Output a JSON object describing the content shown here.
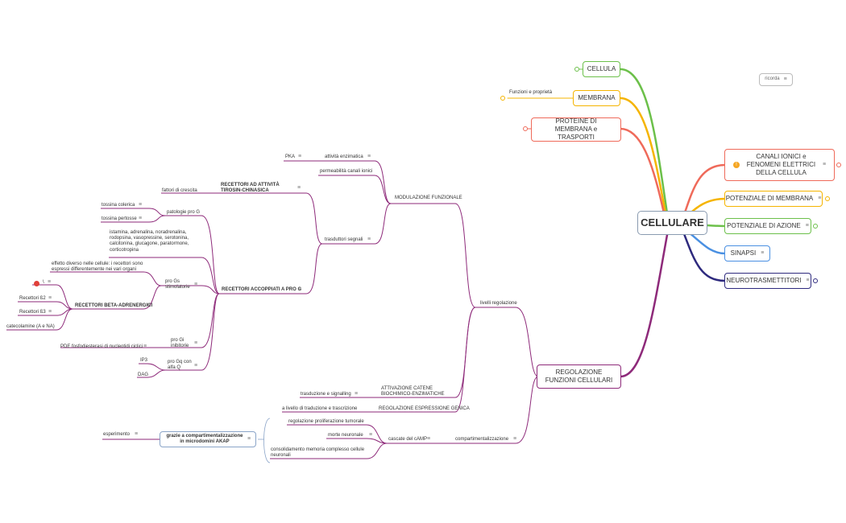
{
  "central": "CELLULARE",
  "right_nodes": {
    "canali": "CANALI IONICI e FENOMENI ELETTRICI DELLA CELLULA",
    "potenziale_membrana": "POTENZIALE DI MEMBRANA",
    "potenziale_azione": "POTENZIALE DI AZIONE",
    "sinapsi": "SINAPSI",
    "neurotrasmettitori": "NEUROTRASMETTITORI"
  },
  "left_nodes": {
    "cellula": "CELLULA",
    "membrana": "MEMBRANA",
    "membrana_note": "Funzioni e proprietà",
    "proteine": "PROTEINE DI MEMBRANA e TRASPORTI",
    "regolazione": "REGOLAZIONE FUNZIONI CELLULARI"
  },
  "ricorda": "ricorda",
  "branch": {
    "livelli": "livelli regolazione",
    "modulazione": "MODULAZIONE FUNZIONALE",
    "attivita_enzimatica": "attività enzimatica",
    "pka": "PKA",
    "permeabilita": "permeabilità canali ionici",
    "trasduttori": "trasduttori segnali",
    "tirosin": "RECETTORI AD ATTIVITÀ TIROSIN-CHINASICA",
    "fattori": "fattori di crescita",
    "prog": "RECETTORI ACCOPPIATI A PRO G",
    "patologie": "patologie pro G",
    "tossina_colerica": "tossina colerica",
    "tossina_pertosse": "tossina pertosse",
    "istamina": "istamina, adrenalina, noradrenalina, rodopsina, vasopressine, serotonina, calcitonina, glucagone, paratormone, corticotropina",
    "gs": "pro Gs stimolatorie",
    "effetto": "effetto diverso nelle cellule: i recettori sono espressi differentemente nei vari organi",
    "beta": "RECETTORI BETA-ADRENERGICI",
    "b1": "\\",
    "b2": "Recettori ß2",
    "b3": "Recettori ß3",
    "catecolamine": "catecolamine (A e NA)",
    "gi": "pro Gi inibitorie",
    "pde": "PDE fosfodiesterasi di nucleotidi ciclici",
    "gq": "pro Gq con alfa Q",
    "ip3": "IP3",
    "dag": "DAG",
    "attivazione": "ATTIVAZIONE CATENE BIOCHIMICO-ENZIMATICHE",
    "trasduzione": "trasduzione e signalling",
    "espressione": "REGOLAZIONE ESPRESSIONE GENICA",
    "traduzione": "a livello di traduzione e trascrizione",
    "compart": "compartimentalizzazione",
    "camp": "cascate del cAMP",
    "proliferazione": "regolazione proliferazione tumorale",
    "morte": "morte neuronale",
    "consolidamento": "consolidamento memoria complesso cellule neuronali",
    "akap": "grazie a compartimentalizzazione in microdomini AKAP",
    "esperimento": "esperimento"
  },
  "colors": {
    "green": "#6cc04a",
    "yellow": "#f5b400",
    "red": "#ef6a5a",
    "blue": "#4a90e2",
    "navy": "#2e2a7e",
    "purple": "#8e2a7a",
    "central_border": "#8a9bb0"
  }
}
